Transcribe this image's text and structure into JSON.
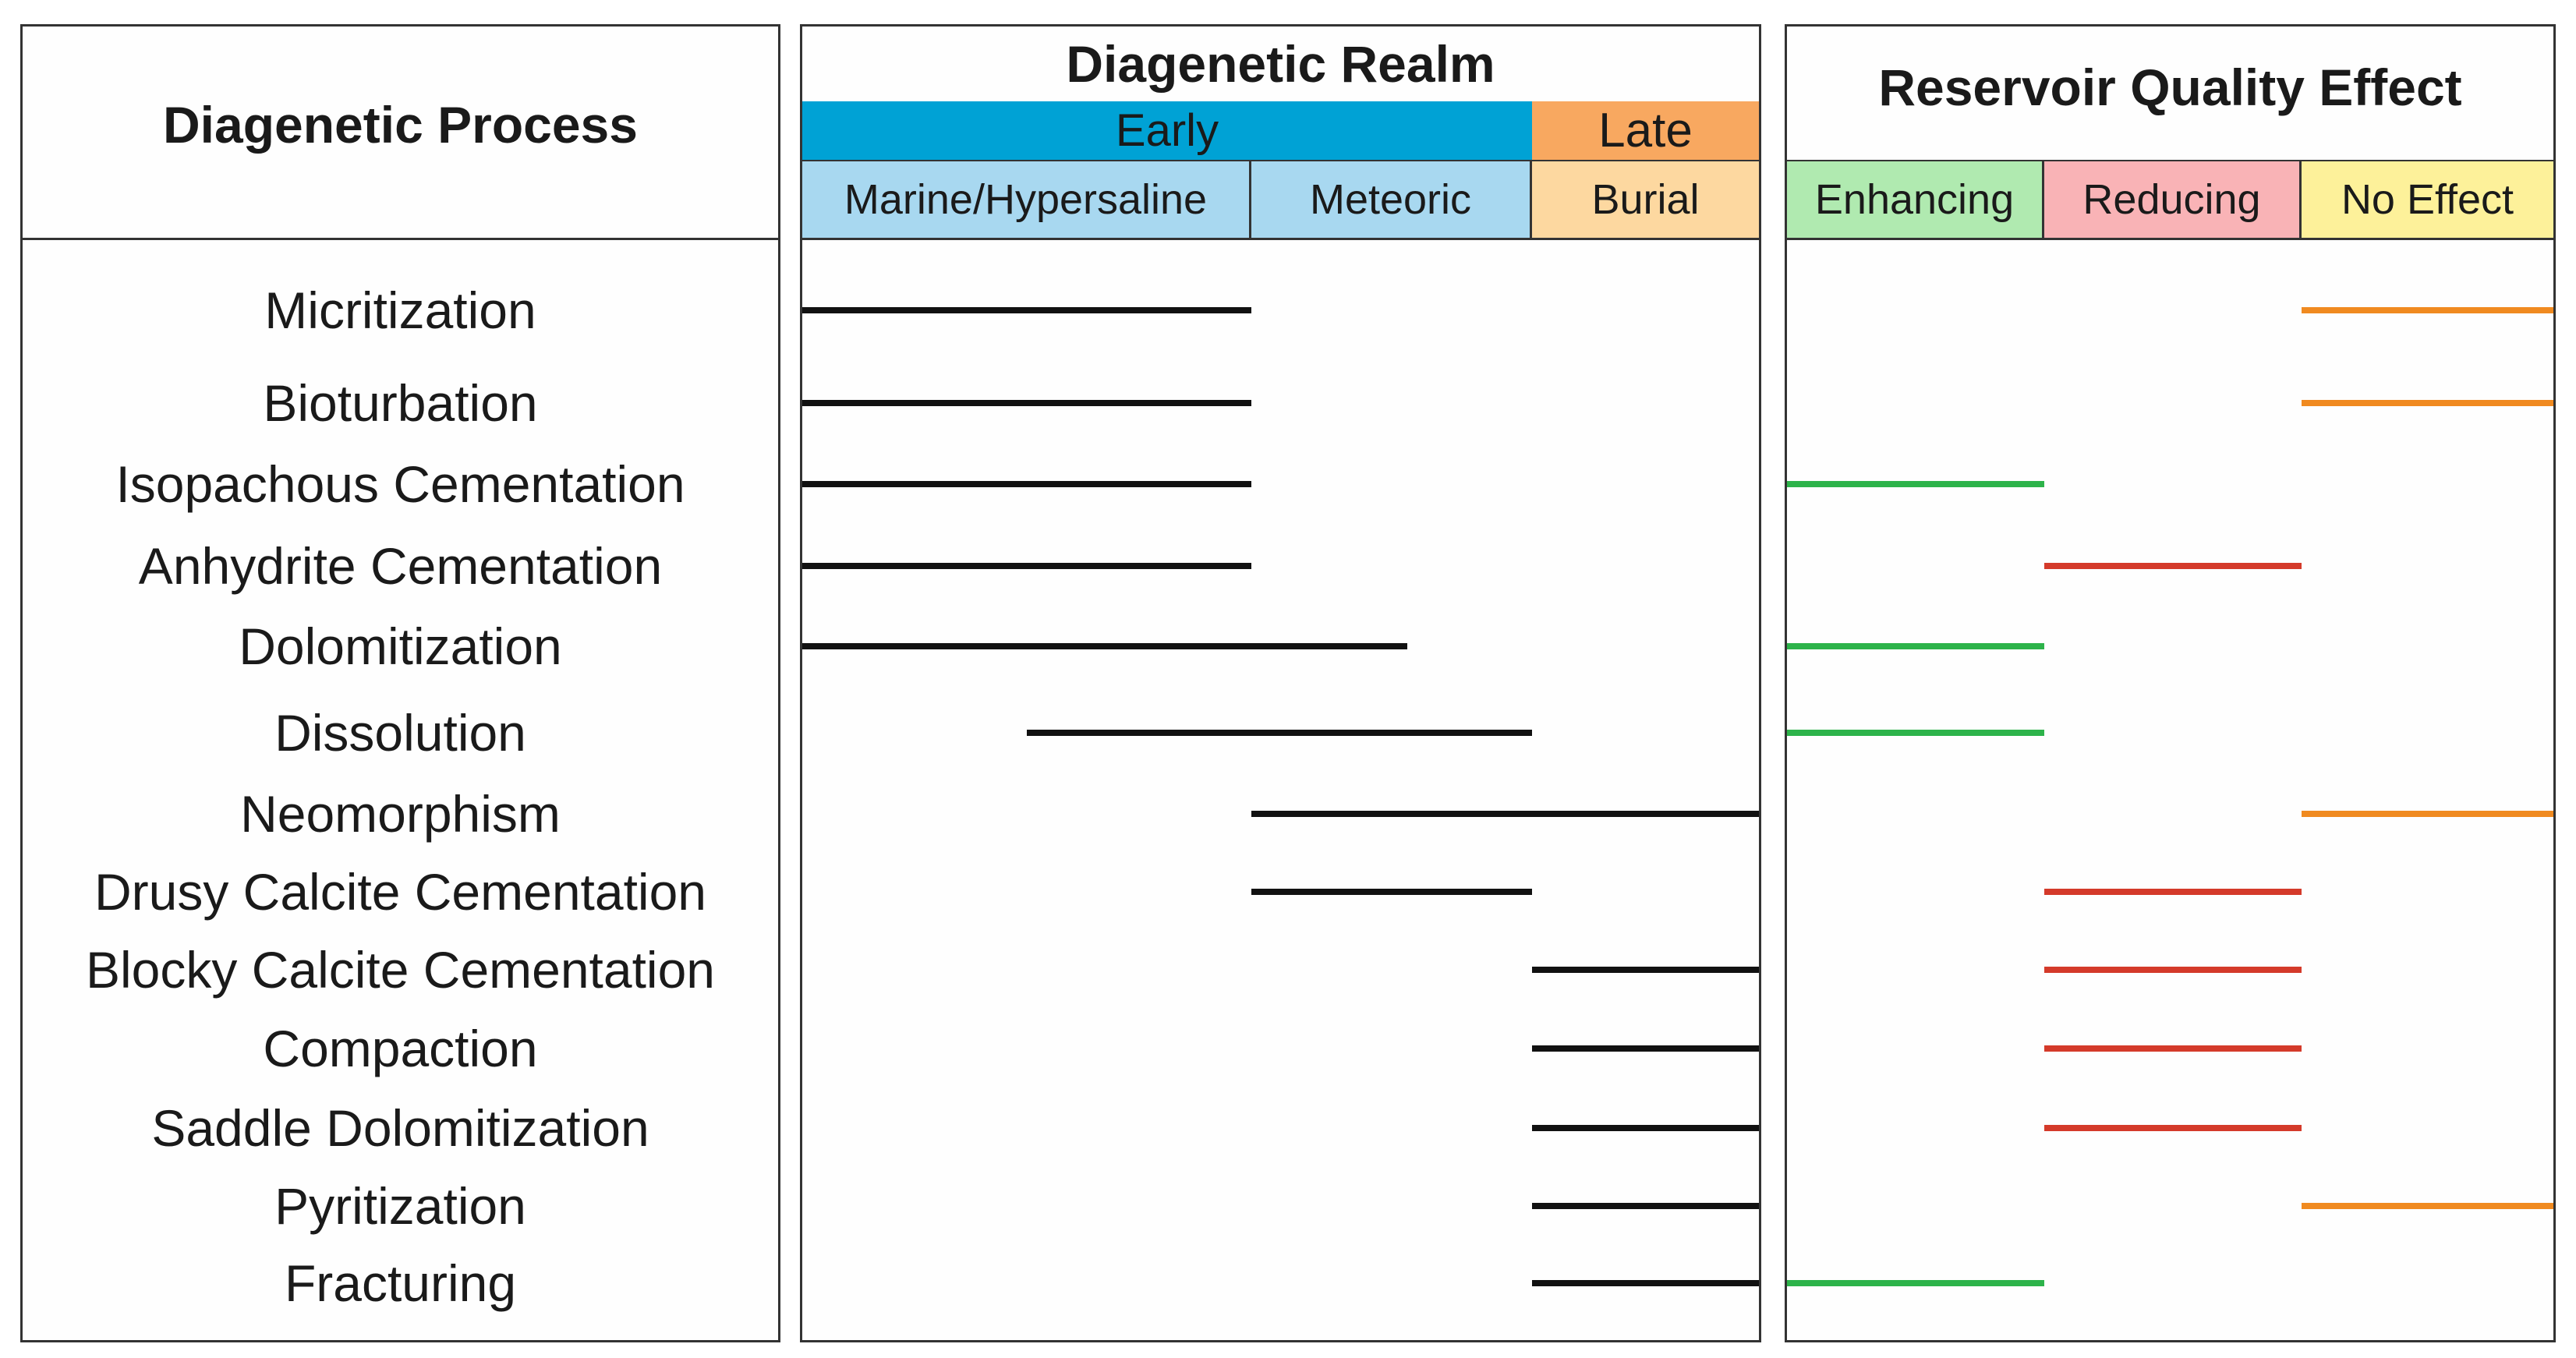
{
  "process_column": {
    "title": "Diagenetic Process"
  },
  "realm_column": {
    "title": "Diagenetic Realm",
    "phases": [
      "Early",
      "Late"
    ],
    "environments": [
      "Marine/Hypersaline",
      "Meteoric",
      "Burial"
    ]
  },
  "effect_column": {
    "title": "Reservoir Quality Effect",
    "categories": [
      "Enhancing",
      "Reducing",
      "No Effect"
    ]
  },
  "colors": {
    "early": "#00a2d5",
    "late": "#f8a860",
    "marine_meteoric": "#a8d8f0",
    "burial": "#fdd8a0",
    "enhancing_bg": "#b0eab0",
    "reducing_bg": "#f9b3b6",
    "no_effect_bg": "#fdf19a",
    "enhancing_line": "#2db34a",
    "reducing_line": "#d43a2a",
    "no_effect_line": "#f08a20",
    "realm_line": "#111111"
  },
  "processes": [
    {
      "name": "Micritization",
      "realm_start": "Marine/Hypersaline",
      "realm_end": "Marine/Hypersaline",
      "effect": "No Effect"
    },
    {
      "name": "Bioturbation",
      "realm_start": "Marine/Hypersaline",
      "realm_end": "Marine/Hypersaline",
      "effect": "No Effect"
    },
    {
      "name": "Isopachous Cementation",
      "realm_start": "Marine/Hypersaline",
      "realm_end": "Marine/Hypersaline",
      "effect": "Enhancing"
    },
    {
      "name": "Anhydrite Cementation",
      "realm_start": "Marine/Hypersaline",
      "realm_end": "Marine/Hypersaline",
      "effect": "Reducing"
    },
    {
      "name": "Dolomitization",
      "realm_start": "Marine/Hypersaline",
      "realm_end": "Meteoric",
      "effect": "Enhancing"
    },
    {
      "name": "Dissolution",
      "realm_start": "Marine/Hypersaline",
      "realm_end": "Meteoric",
      "effect": "Enhancing"
    },
    {
      "name": "Neomorphism",
      "realm_start": "Meteoric",
      "realm_end": "Burial",
      "effect": "No Effect"
    },
    {
      "name": "Drusy Calcite Cementation",
      "realm_start": "Meteoric",
      "realm_end": "Meteoric",
      "effect": "Reducing"
    },
    {
      "name": "Blocky Calcite Cementation",
      "realm_start": "Burial",
      "realm_end": "Burial",
      "effect": "Reducing"
    },
    {
      "name": "Compaction",
      "realm_start": "Burial",
      "realm_end": "Burial",
      "effect": "Reducing"
    },
    {
      "name": "Saddle Dolomitization",
      "realm_start": "Burial",
      "realm_end": "Burial",
      "effect": "Reducing"
    },
    {
      "name": "Pyritization",
      "realm_start": "Burial",
      "realm_end": "Burial",
      "effect": "No Effect"
    },
    {
      "name": "Fracturing",
      "realm_start": "Burial",
      "realm_end": "Burial",
      "effect": "Enhancing"
    }
  ]
}
